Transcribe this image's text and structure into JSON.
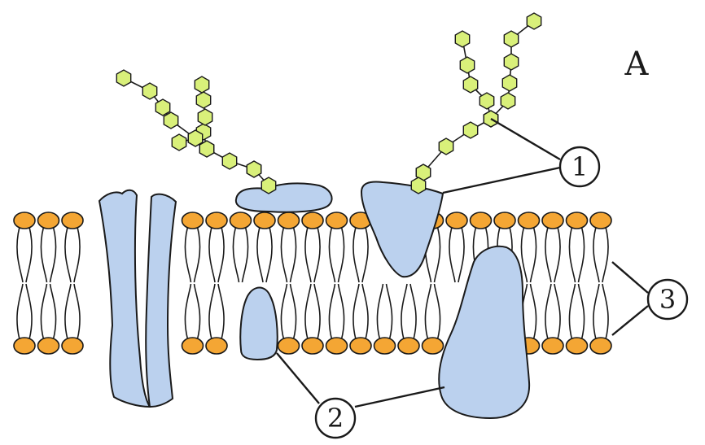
{
  "diagram": {
    "corner_label": "A",
    "callouts": [
      {
        "id": "1",
        "text": "1"
      },
      {
        "id": "2",
        "text": "2"
      },
      {
        "id": "3",
        "text": "3"
      }
    ]
  },
  "colors": {
    "phospholipid_head": "#F4A634",
    "protein_fill": "#BBD1EE",
    "sugar_fill": "#D9F07A",
    "stroke": "#1a1a1a"
  }
}
